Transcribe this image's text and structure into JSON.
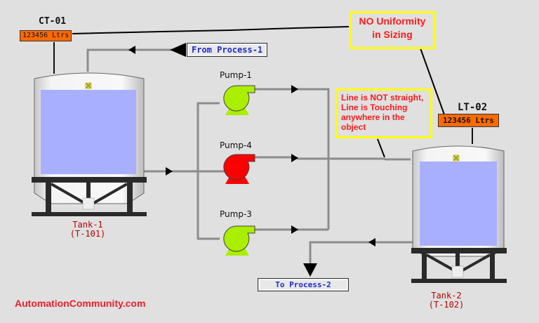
{
  "colors": {
    "background": "#e0e0e0",
    "indicator": "#ff6a00",
    "liquid": "#a9afff",
    "pump_running": "#aaee00",
    "pump_stopped": "#ff0000",
    "pipe": "#888888",
    "note_border": "#ffff00",
    "note_text": "#ff1a1a",
    "process_text": "#1e2ccc",
    "tank_label": "#bb0000"
  },
  "indicators": [
    {
      "id": "ct01",
      "tag": "CT-01",
      "value": "123456 Ltrs"
    },
    {
      "id": "lt02",
      "tag": "LT-02",
      "value": "123456 Ltrs"
    }
  ],
  "process_links": {
    "from": "From Process-1",
    "to": "To Process-2"
  },
  "pumps": [
    {
      "name": "Pump-1",
      "status": "running",
      "icon": "pump-icon"
    },
    {
      "name": "Pump-4",
      "status": "stopped",
      "icon": "pump-icon"
    },
    {
      "name": "Pump-3",
      "status": "running",
      "icon": "pump-icon"
    }
  ],
  "tanks": [
    {
      "name": "Tank-1",
      "tag": "(T-101)",
      "icon": "tank-icon"
    },
    {
      "name": "Tank-2",
      "tag": "(T-102)",
      "icon": "tank-icon"
    }
  ],
  "notes": [
    {
      "lines": [
        "NO Uniformity",
        "in Sizing"
      ]
    },
    {
      "lines": [
        "Line is NOT straight,",
        "Line is Touching",
        "anywhere in the",
        "object"
      ]
    }
  ],
  "brand": "AutomationCommunity.com"
}
